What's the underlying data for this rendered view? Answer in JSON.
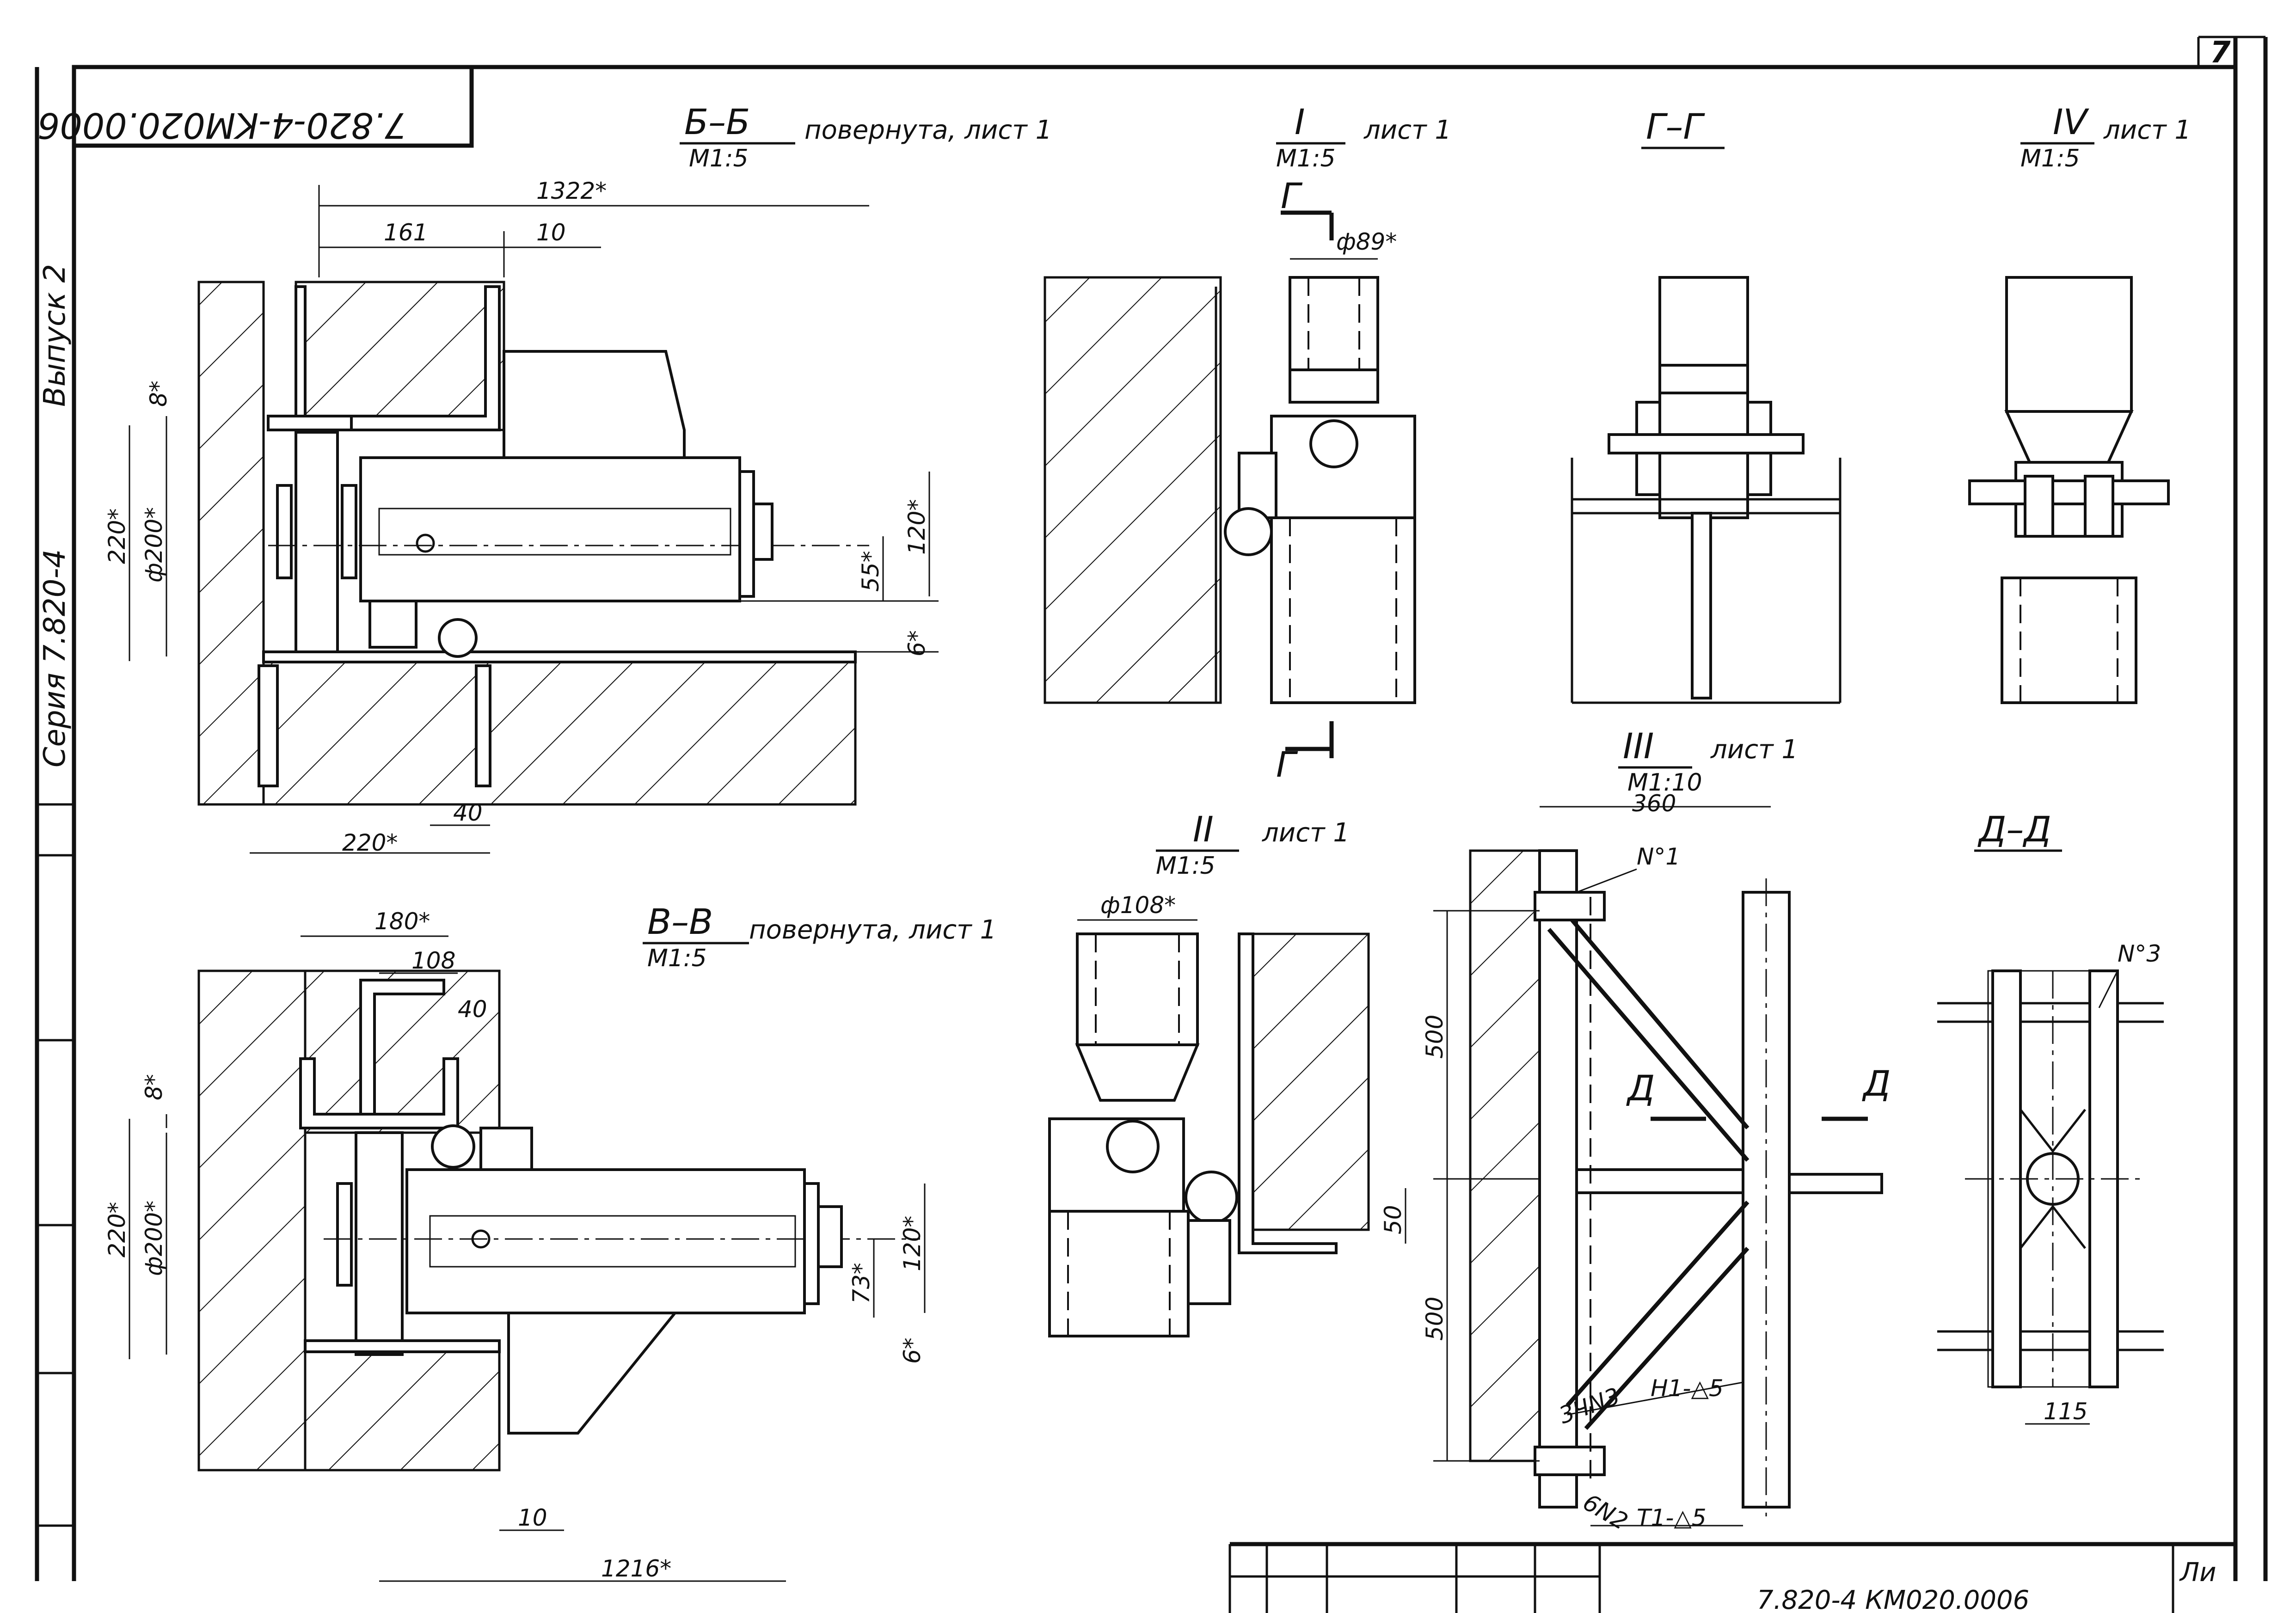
{
  "sheet": {
    "page_number": "7",
    "stamp_code": "7.820-4-KM020.0006",
    "side_series": "Серия 7.820-4",
    "side_issue": "Выпуск 2",
    "corner_label": "Ли",
    "bottom_code": "7.820-4 КМ020.0006"
  },
  "views": {
    "bb": {
      "title": "Б–Б",
      "note": "повернута, лист 1",
      "scale": "М1:5"
    },
    "v1": {
      "title": "I",
      "note": "лист 1",
      "scale": "М1:5"
    },
    "gg": {
      "title": "Г–Г"
    },
    "v4": {
      "title": "IV",
      "note": "лист 1",
      "scale": "М1:5"
    },
    "vv": {
      "title": "В–В",
      "note": "повернута, лист 1",
      "scale": "М1:5"
    },
    "v2": {
      "title": "II",
      "note": "лист 1",
      "scale": "М1:5"
    },
    "v3": {
      "title": "III",
      "note": "лист 1",
      "scale": "М1:10"
    },
    "dd": {
      "title": "Д–Д"
    }
  },
  "dims": {
    "bb": {
      "d1322": "1322*",
      "d161": "161",
      "d10": "10",
      "d8": "8*",
      "d220": "220*",
      "d200": "ф200*",
      "d120": "120*",
      "d55": "55*",
      "d6": "6*",
      "d40": "40",
      "d220b": "220*"
    },
    "v1": {
      "d89": "ф89*",
      "cut": "Г"
    },
    "vv": {
      "d180": "180*",
      "d108": "108",
      "d40": "40",
      "d8": "8*",
      "d220": "220*",
      "d200": "ф200*",
      "d120": "120*",
      "d73": "73*",
      "d6": "6*",
      "d10": "10",
      "d1216": "1216*"
    },
    "v2": {
      "d108": "ф108*",
      "d50": "50"
    },
    "v3": {
      "d360": "360",
      "d500a": "500",
      "d500b": "500",
      "mark_d": "Д",
      "p1": "N°1",
      "weld1": "3ЧN3",
      "weld1b": "Н1-△5",
      "weld2": "6N2",
      "weld2b": "Т1-△5"
    },
    "dd": {
      "p3": "N°3",
      "d115": "115"
    }
  }
}
